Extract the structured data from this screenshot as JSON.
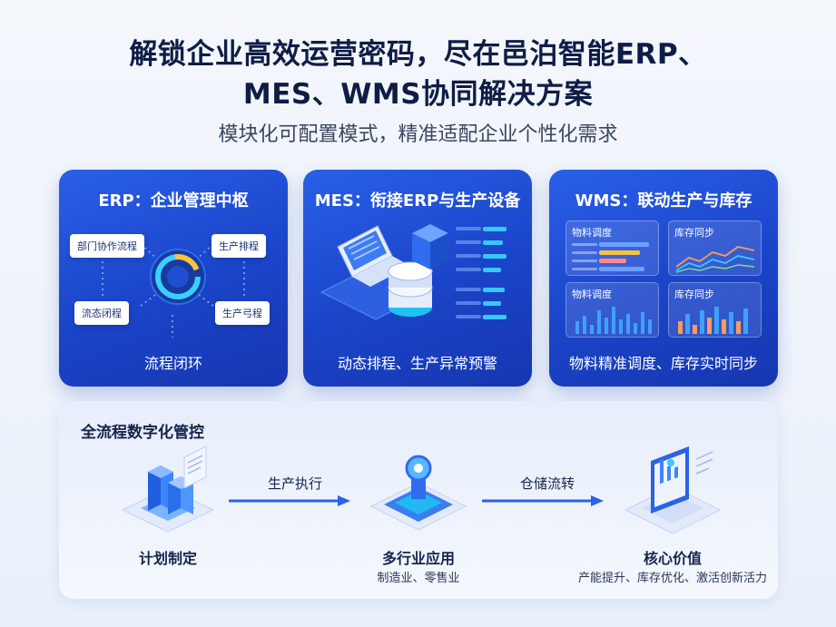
{
  "header": {
    "title_line1": "解锁企业高效运营密码，尽在邑泊智能ERP、",
    "title_line2": "MES、WMS协同解决方案",
    "subtitle": "模块化可配置模式，精准适配企业个性化需求"
  },
  "cards": [
    {
      "title": "ERP：企业管理中枢",
      "footer": "流程闭环",
      "nodes": [
        "部门协作流程",
        "生产排程",
        "流态闭程",
        "生产⼸程"
      ]
    },
    {
      "title": "MES：衔接ERP与生产设备",
      "footer": "动态排程、生产异常预警"
    },
    {
      "title": "WMS：联动生产与库存",
      "footer": "物料精准调度、库存实时同步",
      "panels": [
        "物料调度",
        "库存同步",
        "物料调度",
        "库存同步"
      ]
    }
  ],
  "flow": {
    "title": "全流程数字化管控",
    "steps": [
      {
        "label": "计划制定",
        "sub": ""
      },
      {
        "label": "多行业应用",
        "sub": "制造业、零售业"
      },
      {
        "label": "核心价值",
        "sub": "产能提升、库存优化、激活创新活力"
      }
    ],
    "arrows": [
      "生产执行",
      "仓储流转"
    ]
  },
  "colors": {
    "card_blue": "#1a44c8",
    "accent_cyan": "#38d0ff",
    "accent_yellow": "#f5c542",
    "arrow_blue": "#2a62e8"
  }
}
